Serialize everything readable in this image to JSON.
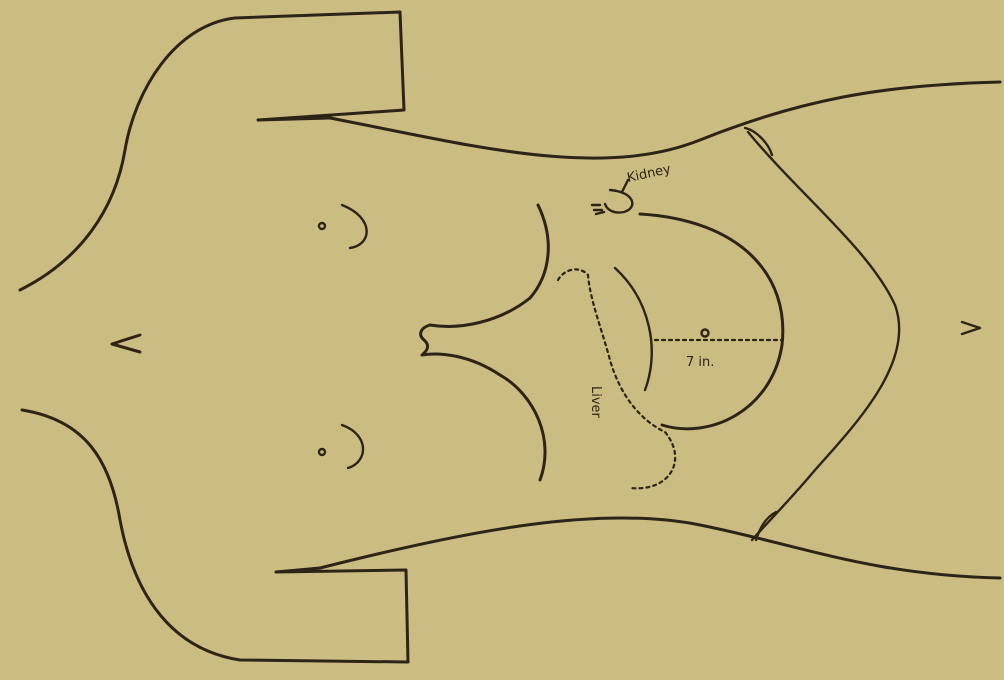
{
  "theme": {
    "paper_color": "#cbbd82",
    "ink_color": "#2d2418"
  },
  "labels": {
    "kidney": "Kidney",
    "liver": "Liver",
    "measurement": "7 in."
  }
}
